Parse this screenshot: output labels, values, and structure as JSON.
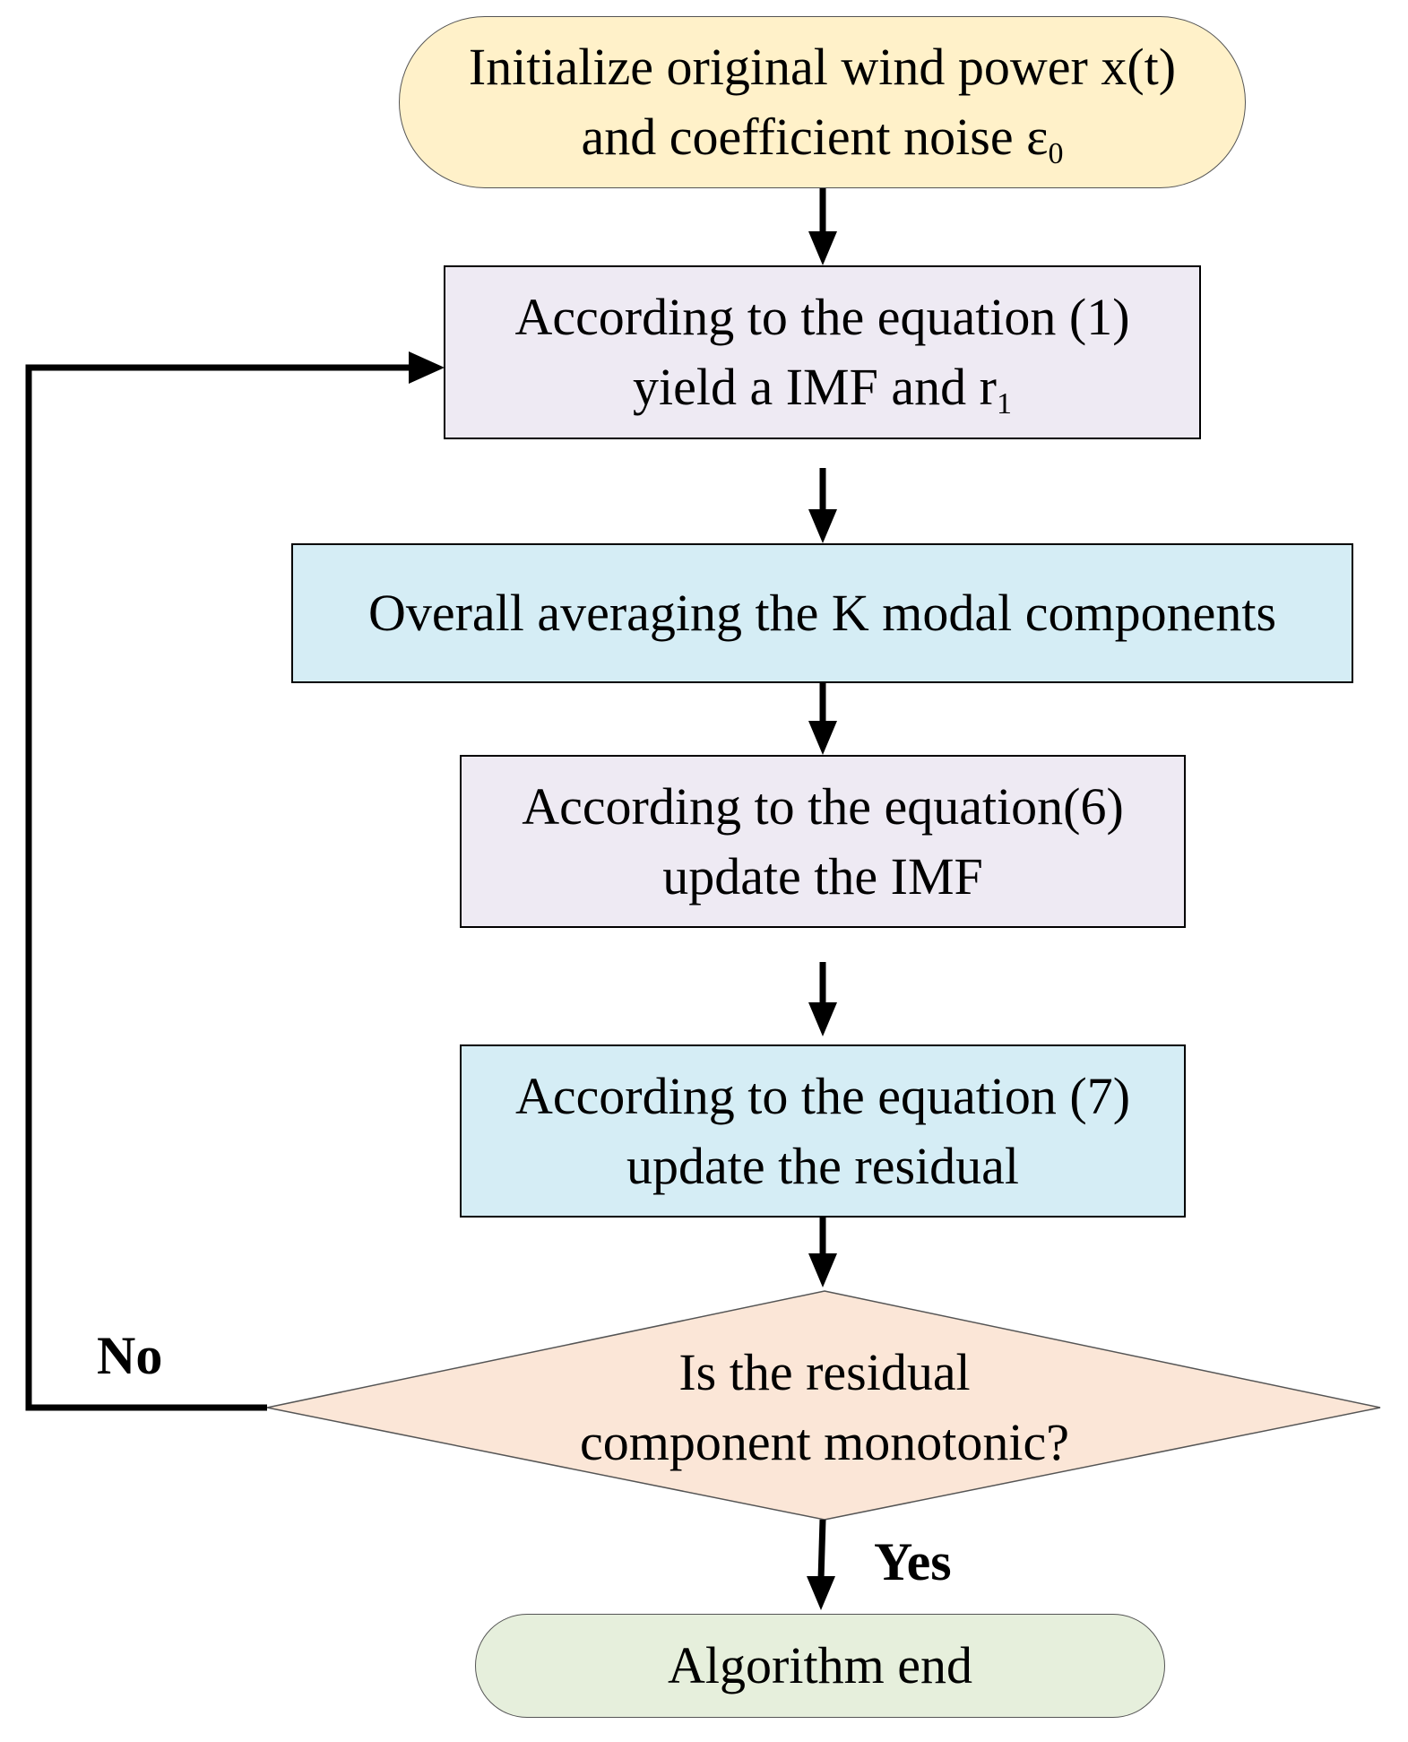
{
  "nodes": {
    "start": {
      "line1": "Initialize original wind power x(t)",
      "line2_prefix": "and coefficient noise ε",
      "line2_sub": "0"
    },
    "step1": {
      "line1": "According to the equation (1)",
      "line2_prefix": "yield a IMF and r",
      "line2_sub": "1"
    },
    "step2": {
      "line1": "Overall averaging the K modal components"
    },
    "step3": {
      "line1": "According to the equation(6)",
      "line2": "update the IMF"
    },
    "step4": {
      "line1": "According to the equation (7)",
      "line2": "update the residual"
    },
    "decision": {
      "line1": "Is the residual",
      "line2": "component monotonic?"
    },
    "end": {
      "line1": "Algorithm end"
    }
  },
  "edges": {
    "no_label": "No",
    "yes_label": "Yes"
  },
  "colors": {
    "start_fill": "#FFF1C9",
    "process_lavender": "#EEEAF3",
    "process_blue": "#D5EDF5",
    "decision_fill": "#FBE6D7",
    "end_fill": "#E6EFDC",
    "line": "#000000"
  }
}
